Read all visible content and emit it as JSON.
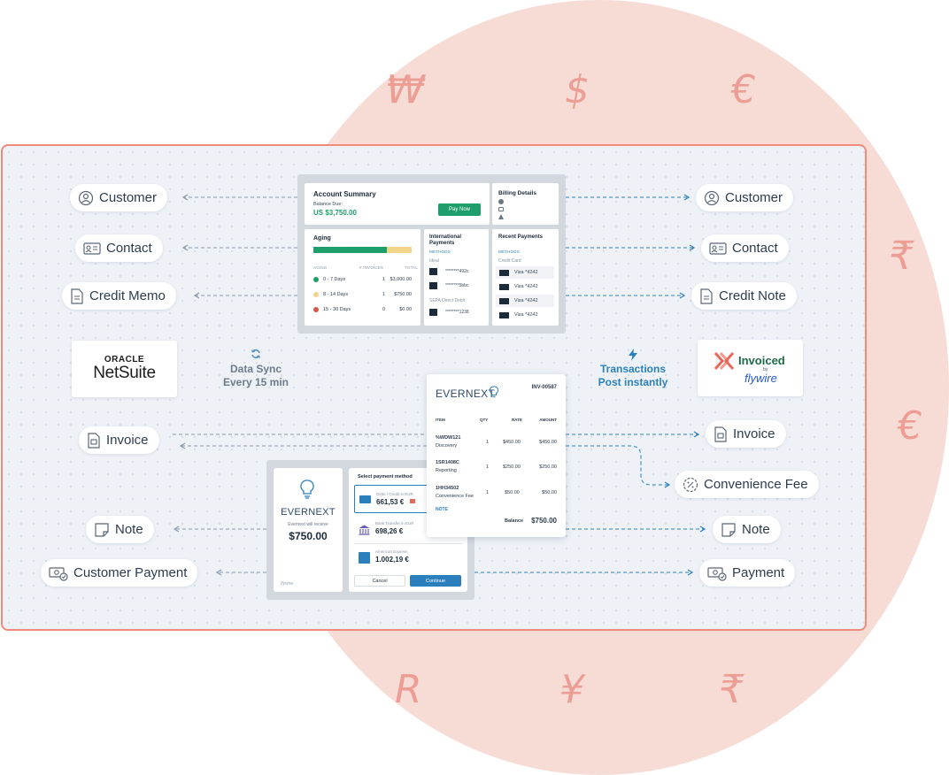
{
  "currency_symbols": [
    "₩",
    "$",
    "€",
    "₹",
    "€",
    "R",
    "¥",
    "₹"
  ],
  "left_pills": {
    "customer": "Customer",
    "contact": "Contact",
    "credit_memo": "Credit Memo",
    "invoice": "Invoice",
    "note": "Note",
    "customer_payment": "Customer Payment"
  },
  "right_pills": {
    "customer": "Customer",
    "contact": "Contact",
    "credit_note": "Credit Note",
    "invoice": "Invoice",
    "convenience_fee": "Convenience Fee",
    "note": "Note",
    "payment": "Payment"
  },
  "netsuite": {
    "top": "ORACLE",
    "bottom": "NetSuite"
  },
  "invoiced": {
    "name": "Invoiced",
    "by": "by",
    "flywire": "flywire"
  },
  "sync": {
    "line1": "Data Sync",
    "line2": "Every 15 min"
  },
  "transactions": {
    "line1": "Transactions",
    "line2": "Post instantly"
  },
  "colors": {
    "accent": "#2c7fbd",
    "coral": "#ef8a7c",
    "green": "#1e9e6b"
  },
  "dashboard": {
    "account_summary": {
      "title": "Account Summary",
      "balance_label": "Balance Due:",
      "balance_value": "US $3,750.00",
      "pay_now": "Pay Now"
    },
    "billing_details": {
      "title": "Billing Details"
    },
    "aging": {
      "title": "Aging",
      "head_aging": "AGING",
      "head_invoices": "# INVOICES",
      "head_total": "TOTAL",
      "rows": [
        {
          "label": "0 - 7 Days",
          "count": "1",
          "total": "$3,000.00",
          "color": "#1e9e6b"
        },
        {
          "label": "8 - 14 Days",
          "count": "1",
          "total": "$750.00",
          "color": "#f2d58a"
        },
        {
          "label": "15 - 30 Days",
          "count": "0",
          "total": "$0.00",
          "color": "#d9574a"
        }
      ]
    },
    "international": {
      "title": "International Payments",
      "methods": "METHODS",
      "ideal": "Ideal",
      "acct1": "********492c",
      "acct2": "********5bbc",
      "sepa": "SEPA Direct Debit",
      "acct3": "********1238"
    },
    "recent": {
      "title": "Recent Payments",
      "methods": "METHODS",
      "credit_card": "Credit Card",
      "cards": [
        "Visa *4242",
        "Visa *4242",
        "Visa *4242",
        "Visa *4242"
      ]
    }
  },
  "invoice": {
    "brand": "EVERNEXT",
    "number": "INV-00587",
    "head_item": "ITEM",
    "head_qty": "QTY",
    "head_rate": "RATE",
    "head_amount": "AMOUNT",
    "items": [
      {
        "code": "%WDW121",
        "desc": "Discovery",
        "qty": "1",
        "rate": "$450.00",
        "amount": "$450.00"
      },
      {
        "code": "1SR1408C",
        "desc": "Reporting",
        "qty": "1",
        "rate": "$250.00",
        "amount": "$250.00"
      },
      {
        "code": "1HH34502",
        "desc": "Convenience Fee",
        "qty": "1",
        "rate": "$50.00",
        "amount": "$50.00"
      }
    ],
    "note": "NOTE",
    "balance_label": "Balance",
    "balance_value": "$750.00"
  },
  "payment_widget": {
    "brand": "EVERNEXT",
    "receive_label": "Evernext will receive",
    "amount": "$750.00",
    "footer_brand": "flywire",
    "select_title": "Select payment method",
    "options": [
      {
        "label": "Debit / Credit in EUR",
        "value": "661,53 €"
      },
      {
        "label": "Bank Transfer in EUR",
        "value": "698,26 €"
      },
      {
        "label": "American Express",
        "value": "1.002,19 €"
      }
    ],
    "cancel": "Cancel",
    "continue": "Continue"
  }
}
